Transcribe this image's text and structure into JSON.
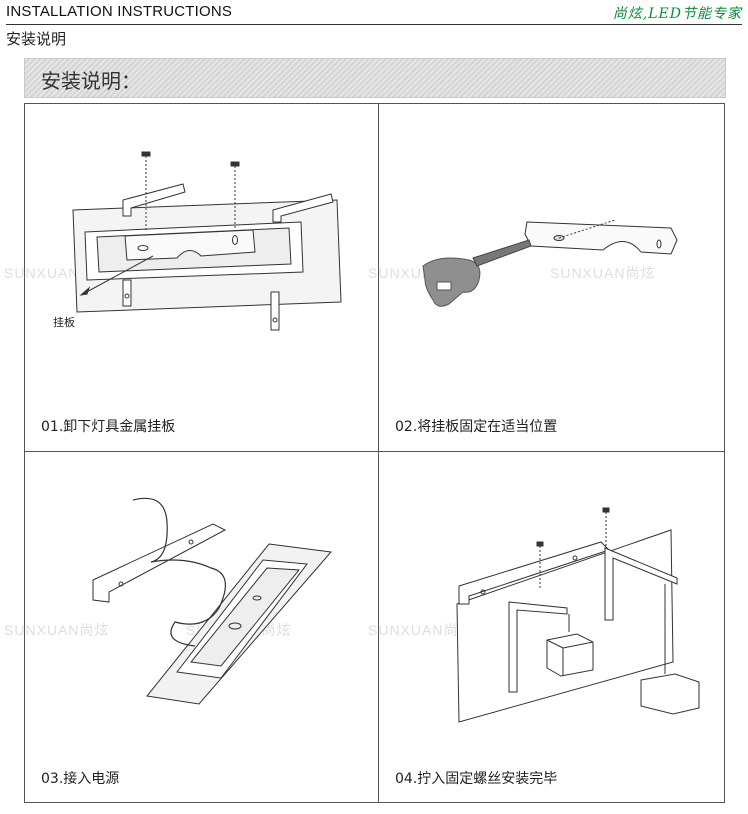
{
  "header": {
    "en_title": "INSTALLATION INSTRUCTIONS",
    "brand": "尚炫,LED节能专家",
    "cn_title": "安装说明"
  },
  "banner": {
    "title": "安装说明："
  },
  "steps": [
    {
      "caption": "01.卸下灯具金属挂板",
      "label": "挂板"
    },
    {
      "caption": "02.将挂板固定在适当位置"
    },
    {
      "caption": "03.接入电源"
    },
    {
      "caption": "04.拧入固定螺丝安装完毕"
    }
  ],
  "watermark": {
    "text": "SUNXUAN尚炫"
  }
}
